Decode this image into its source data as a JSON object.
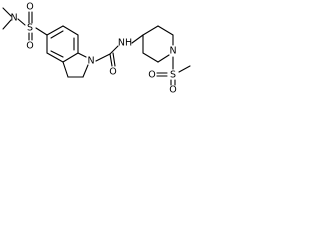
{
  "molecule": {
    "atoms": {
      "n_dimethyl": "N",
      "s_sulfonamide": "S",
      "o_sulfonamide_top": "O",
      "o_sulfonamide_bottom": "O",
      "n_indoline": "N",
      "o_carbonyl": "O",
      "nh_amide": "NH",
      "n_piperidine": "N",
      "s_mesyl": "S",
      "o_mesyl_left": "O",
      "o_mesyl_bottom": "O"
    }
  }
}
